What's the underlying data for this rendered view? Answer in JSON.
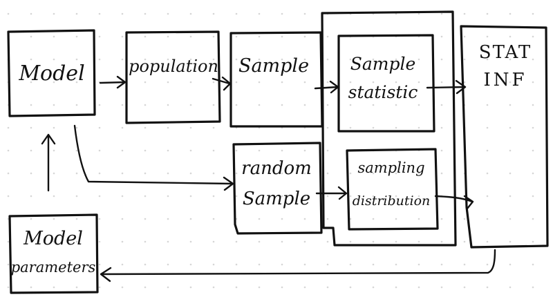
{
  "nodes": {
    "model": {
      "label": "Model"
    },
    "population": {
      "label": "population"
    },
    "sample": {
      "label": "Sample"
    },
    "sample_statistic": {
      "line1": "Sample",
      "line2": "statistic"
    },
    "stat_inf": {
      "line1": "STAT",
      "line2": "INF"
    },
    "random_sample": {
      "line1": "random",
      "line2": "Sample"
    },
    "sampling_distribution": {
      "line1": "sampling",
      "line2": "distribution"
    },
    "model_parameters": {
      "line1": "Model",
      "line2": "parameters"
    }
  },
  "edges": [
    {
      "from": "model",
      "to": "population"
    },
    {
      "from": "population",
      "to": "sample"
    },
    {
      "from": "sample",
      "to": "sample_statistic"
    },
    {
      "from": "sample_statistic",
      "to": "stat_inf"
    },
    {
      "from": "model",
      "to": "random_sample"
    },
    {
      "from": "random_sample",
      "to": "sampling_distribution"
    },
    {
      "from": "sampling_distribution",
      "to": "stat_inf"
    },
    {
      "from": "model_parameters",
      "to": "model"
    },
    {
      "from": "stat_inf",
      "to": "model_parameters"
    }
  ],
  "colors": {
    "ink": "#111111",
    "background": "#ffffff",
    "grid_dots": "#d6d6d6"
  }
}
